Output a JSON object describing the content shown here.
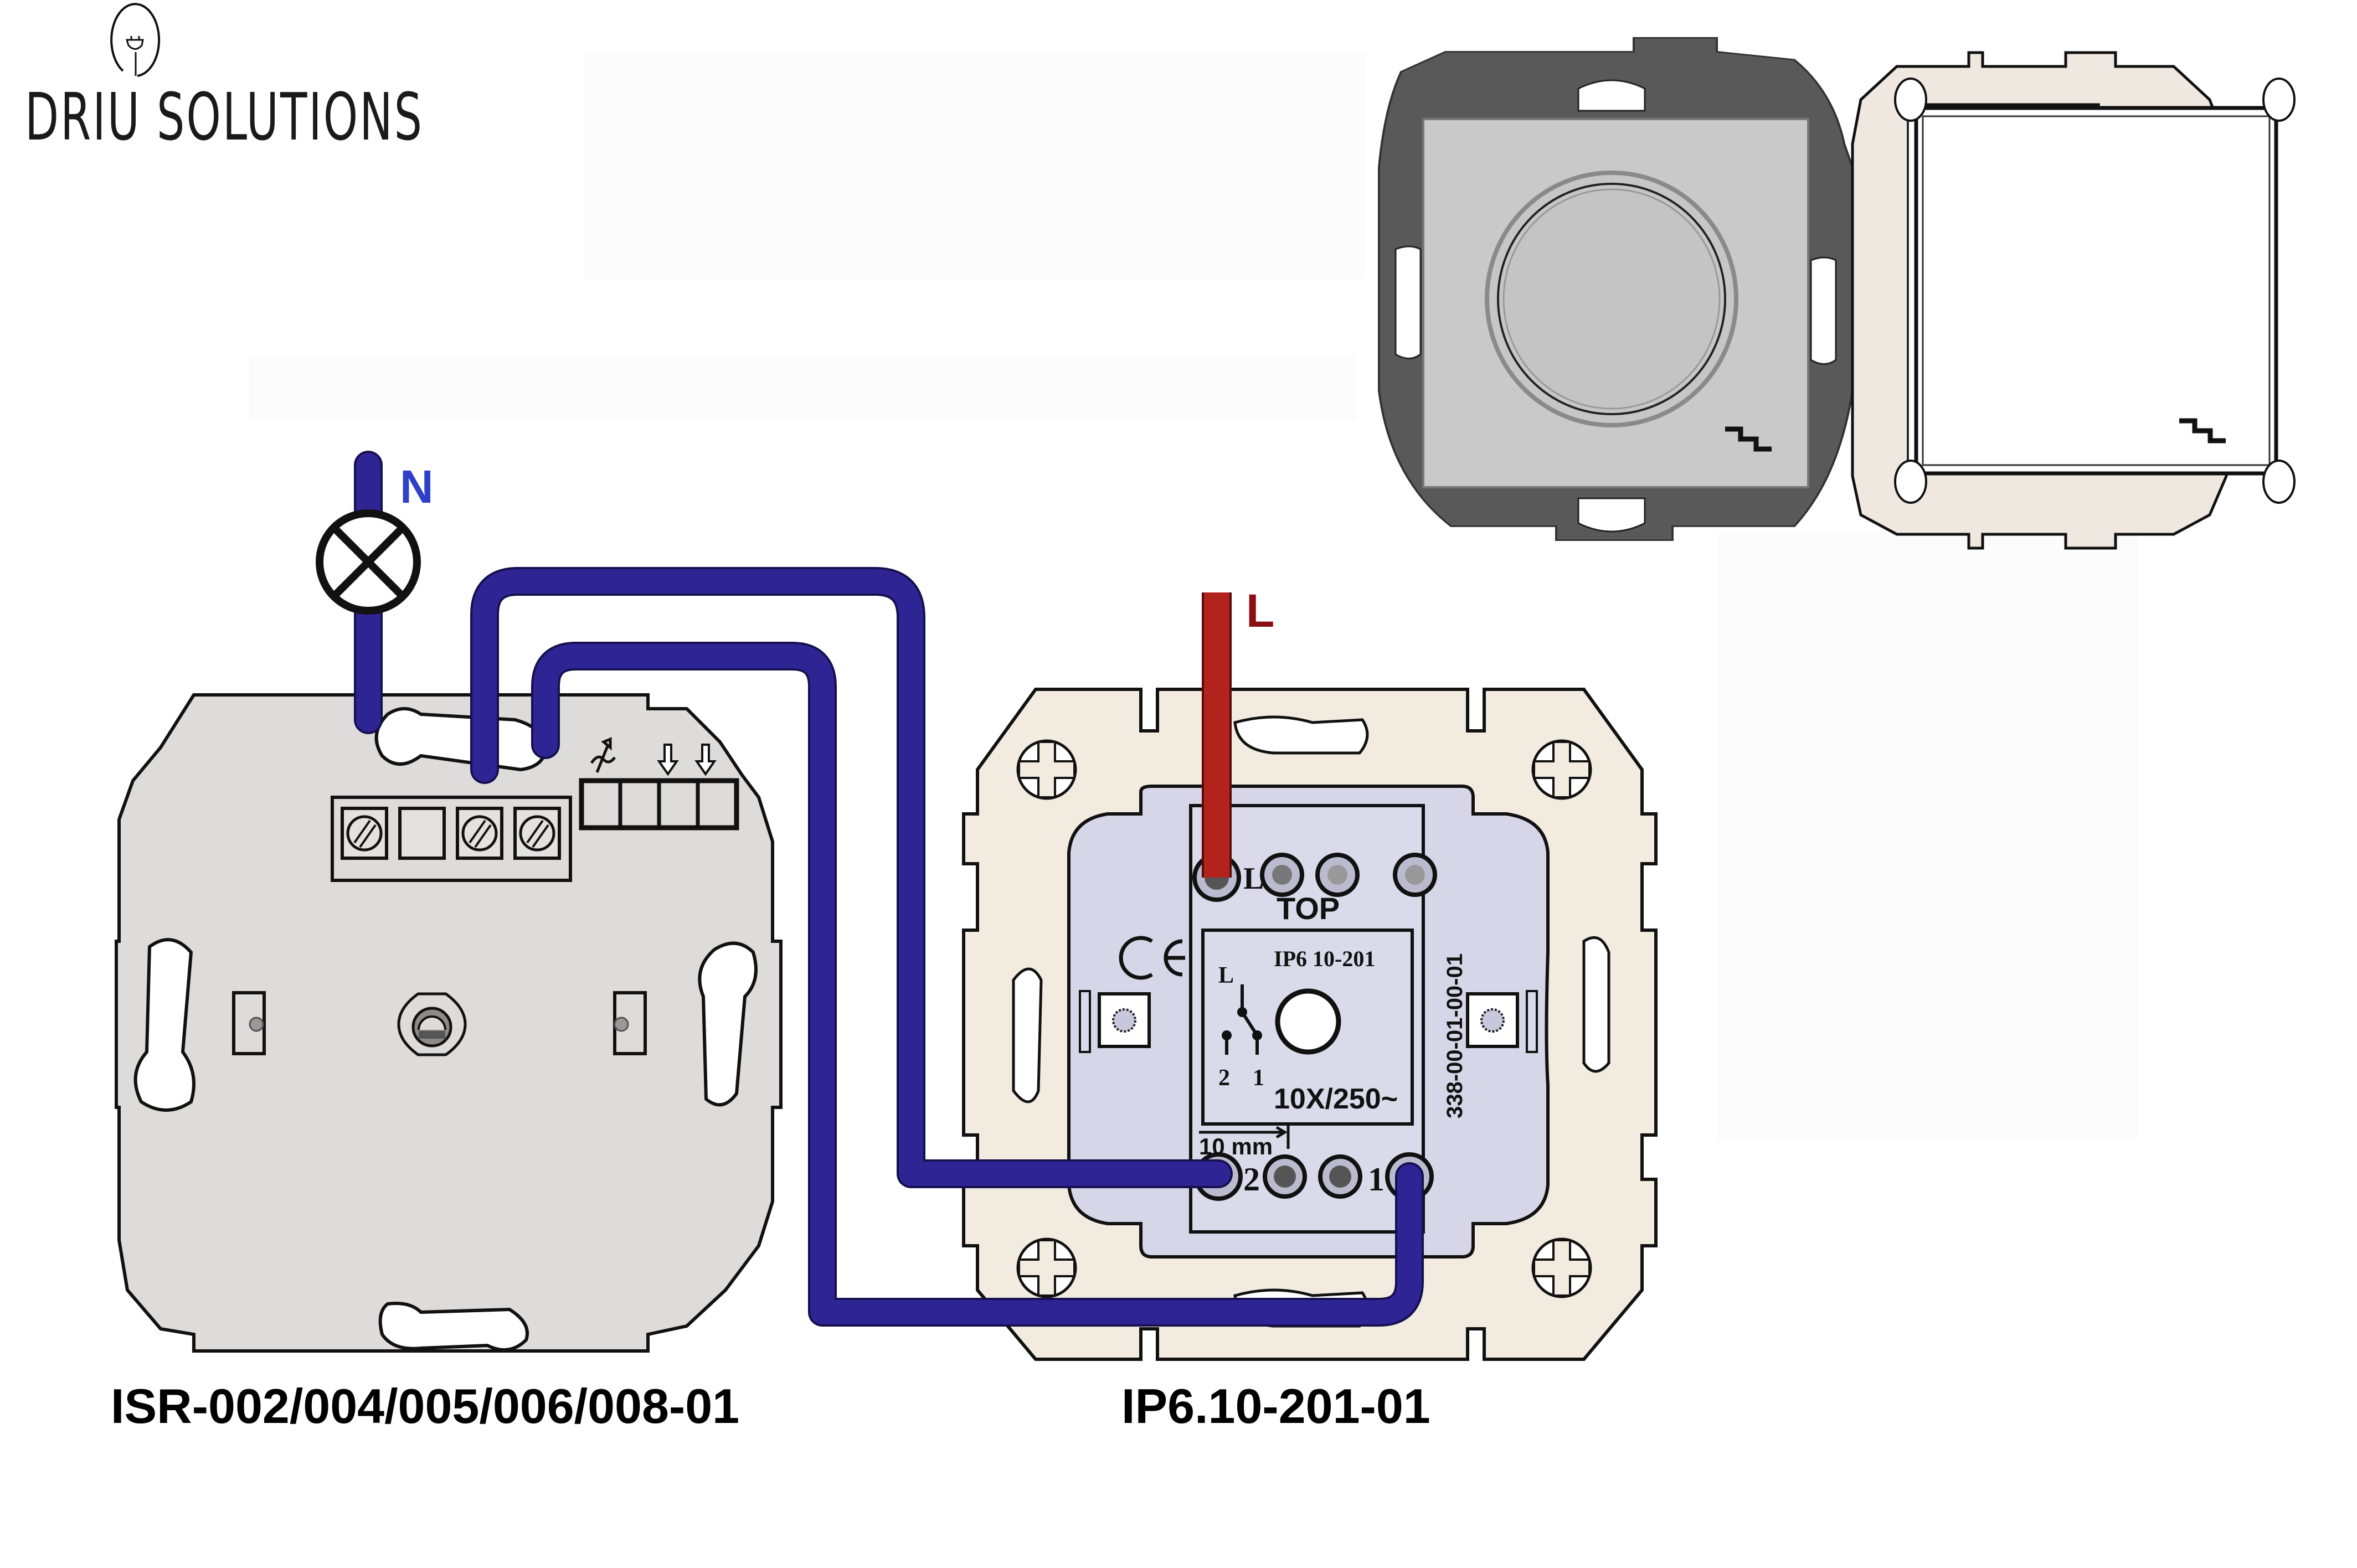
{
  "brand": {
    "name": "DRIU SOLUTIONS",
    "logo_icon": "lightbulb-plug-icon"
  },
  "wires": {
    "neutral_label": "N",
    "live_label": "L",
    "neutral_color": "#2e2493",
    "live_color": "#b3231e",
    "neutral_label_color": "#2f3fc9",
    "live_label_color": "#8a0e12"
  },
  "lamp": {
    "icon": "lamp-symbol-icon"
  },
  "left_device": {
    "model": "ISR-002/004/005/006/008-01",
    "terminal_symbols": [
      "fan-curve-icon",
      "arrow-down-icon",
      "arrow-down-icon"
    ],
    "screw_terminals": [
      "screw",
      "empty",
      "screw",
      "screw"
    ]
  },
  "right_device": {
    "model": "IP6.10-201-01",
    "module_code": "IP6 10-201",
    "top_label": "TOP",
    "rating": "10X/250~",
    "strip_length": "10 mm",
    "side_code": "338-00-01-00-01",
    "terminal_L": "L",
    "terminal_2": "2",
    "terminal_1": "1",
    "schematic_L": "L",
    "schematic_2": "2",
    "schematic_1": "1"
  },
  "product_images": [
    {
      "name": "dimmer-front",
      "frame_color": "#595959",
      "face_color": "#c9c9c9",
      "icon": "staircase-icon"
    },
    {
      "name": "switch-front",
      "frame_color": "#efe8e0",
      "face_color": "#ffffff",
      "icon": "staircase-icon"
    }
  ]
}
